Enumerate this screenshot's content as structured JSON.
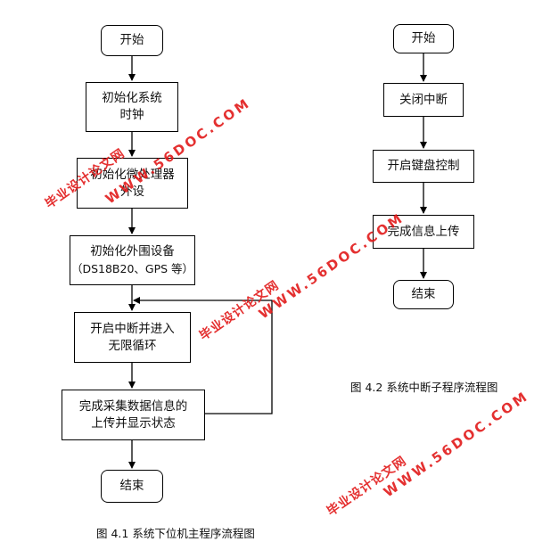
{
  "flowchart_1": {
    "start": "开始",
    "step1": [
      "初始化系统",
      "时钟"
    ],
    "step2": [
      "初始化微处理器",
      "外设"
    ],
    "step3": [
      "初始化外围设备",
      "（DS18B20、GPS 等）"
    ],
    "step4": [
      "开启中断并进入",
      "无限循环"
    ],
    "step5": [
      "完成采集数据信息的",
      "上传并显示状态"
    ],
    "end": "结束",
    "caption": "图 4.1 系统下位机主程序流程图"
  },
  "flowchart_2": {
    "start": "开始",
    "step1": "关闭中断",
    "step2": "开启键盘控制",
    "step3": "完成信息上传",
    "end": "结束",
    "caption": "图 4.2 系统中断子程序流程图"
  },
  "watermarks": {
    "cn": "毕业设计论文网",
    "url": "WWW.56DOC.COM",
    "color": "#e21a1a"
  }
}
